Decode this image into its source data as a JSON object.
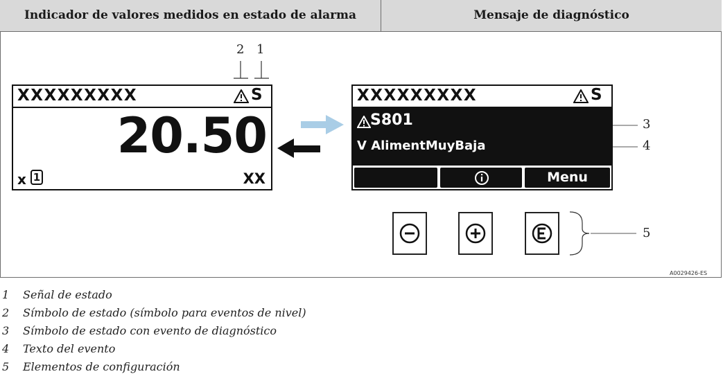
{
  "header": {
    "left_title": "Indicador de valores medidos en estado de alarma",
    "right_title": "Mensaje de diagnóstico"
  },
  "left_display": {
    "title": "XXXXXXXXX",
    "status_letter": "S",
    "value": "20.50",
    "bottom_left_text": "x",
    "bottom_left_badge": "1",
    "bottom_right_text": "XX"
  },
  "right_display": {
    "title": "XXXXXXXXX",
    "status_letter": "S",
    "code": "S801",
    "event_text": "V AlimentMuyBaja",
    "softkeys": [
      "",
      "",
      "Menu"
    ]
  },
  "callouts": {
    "top_2": "2",
    "top_1": "1",
    "c3": "3",
    "c4": "4",
    "c5": "5"
  },
  "buttons": [
    {
      "name": "minus",
      "symbol": "−"
    },
    {
      "name": "plus",
      "symbol": "+"
    },
    {
      "name": "enter",
      "symbol": "E"
    }
  ],
  "figure_id": "A0029426-ES",
  "legend": [
    {
      "num": "1",
      "text": "Señal de estado"
    },
    {
      "num": "2",
      "text": "Símbolo de estado (símbolo para eventos de nivel)"
    },
    {
      "num": "3",
      "text": "Símbolo de estado con evento de diagnóstico"
    },
    {
      "num": "4",
      "text": "Texto del evento"
    },
    {
      "num": "5",
      "text": "Elementos de configuración"
    }
  ]
}
